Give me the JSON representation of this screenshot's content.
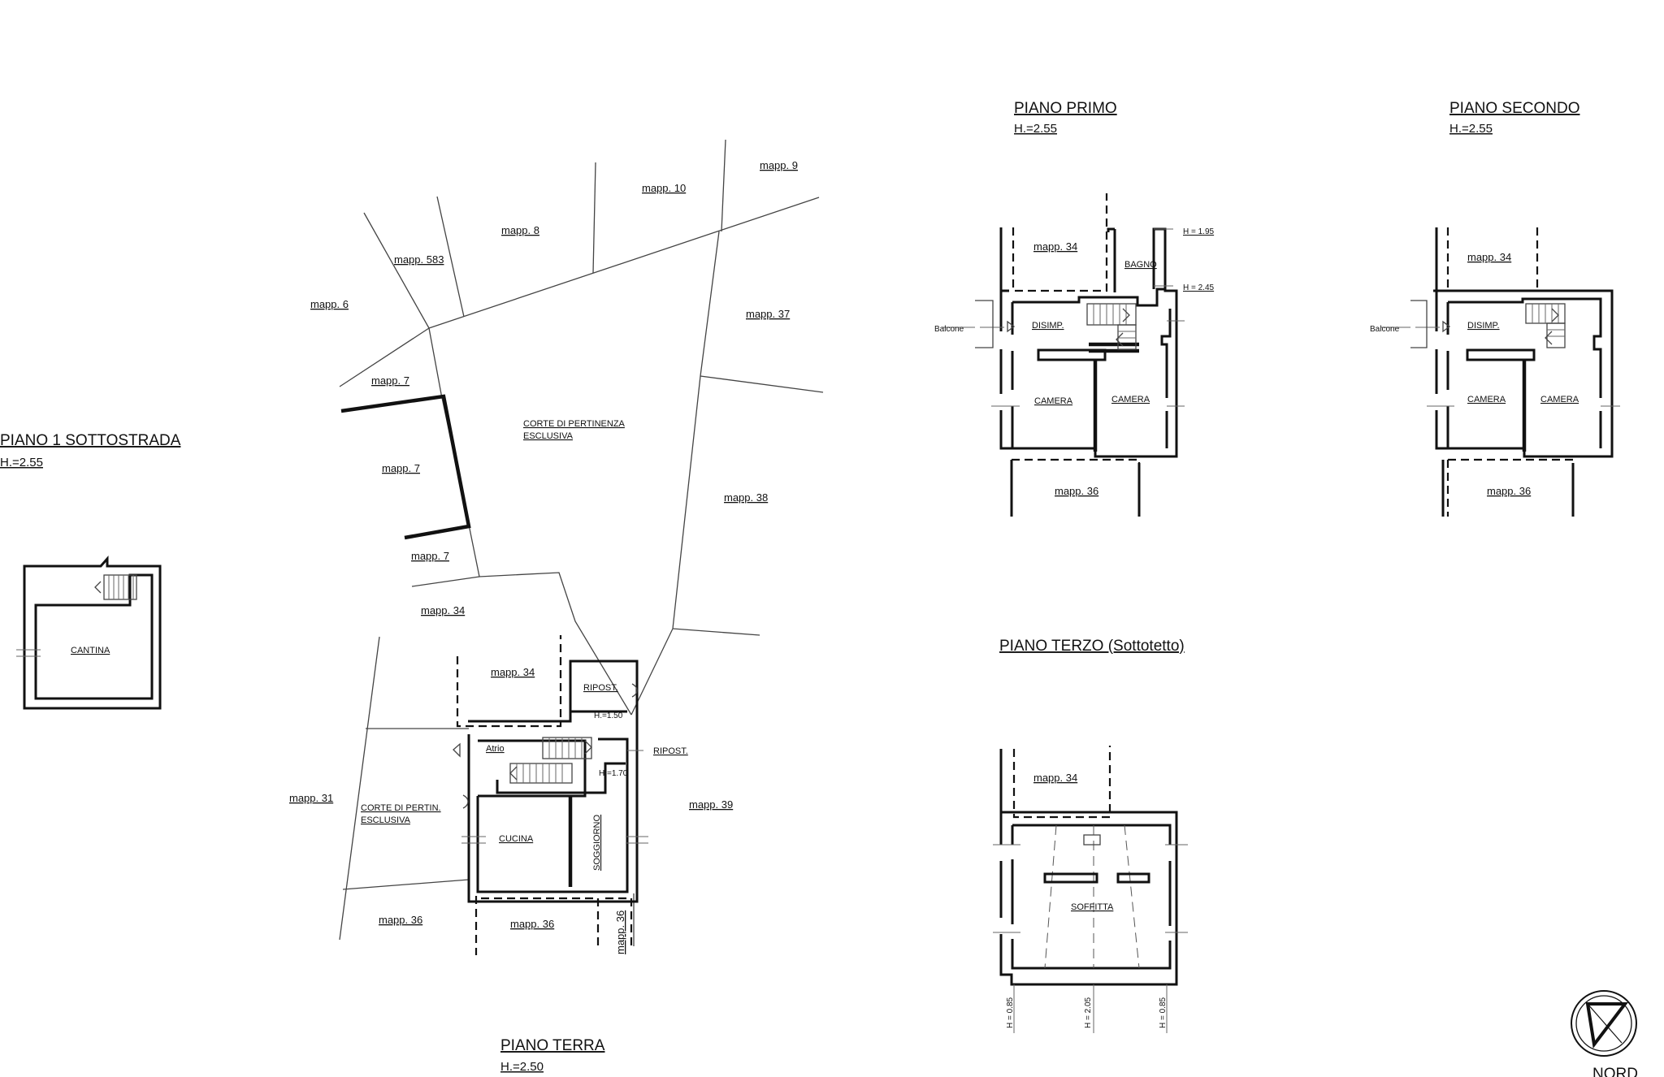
{
  "floors": {
    "sottostrada": {
      "title": "PIANO  1 SOTTOSTRADA",
      "height": "H.=2.55",
      "rooms": {
        "cantina": "CANTINA"
      }
    },
    "terra": {
      "title": "PIANO  TERRA",
      "height": "H.=2.50",
      "rooms": {
        "atrio": "Atrio",
        "ripost_inner": "RIPOST.",
        "ripost_outer": "RIPOST.",
        "cucina": "CUCINA",
        "soggiorno": "SOGGIORNO"
      },
      "heights": {
        "ripost": "H.=1.50",
        "stairs": "H.=1.70"
      }
    },
    "primo": {
      "title": "PIANO  PRIMO",
      "height": "H.=2.55",
      "rooms": {
        "disimp": "DISIMP.",
        "bagno": "BAGNO",
        "camera_left": "CAMERA",
        "camera_right": "CAMERA",
        "balcone": "Balcone"
      },
      "heights": {
        "bagno_top": "H = 1.95",
        "bagno_bottom": "H = 2.45"
      }
    },
    "secondo": {
      "title": "PIANO  SECONDO",
      "height": "H.=2.55",
      "rooms": {
        "disimp": "DISIMP.",
        "camera_left": "CAMERA",
        "camera_right": "CAMERA",
        "balcone": "Balcone"
      }
    },
    "terzo": {
      "title": "PIANO  TERZO (Sottotetto)",
      "rooms": {
        "soffitta": "SOFFITTA"
      },
      "heights": {
        "left": "H = 0.85",
        "middle": "H = 2.05",
        "right": "H = 0.85"
      }
    }
  },
  "site": {
    "corte_main": [
      "CORTE DI PERTINENZA",
      "ESCLUSIVA"
    ],
    "corte_small": [
      "CORTE DI PERTIN.",
      "ESCLUSIVA"
    ],
    "parcels": {
      "m9": "mapp. 9",
      "m10": "mapp. 10",
      "m8": "mapp. 8",
      "m583": "mapp. 583",
      "m6": "mapp. 6",
      "m37": "mapp. 37",
      "m7a": "mapp. 7",
      "m7b": "mapp. 7",
      "m7c": "mapp. 7",
      "m38": "mapp. 38",
      "m34site": "mapp. 34",
      "m34terra": "mapp. 34",
      "m31": "mapp. 31",
      "m39": "mapp. 39",
      "m36a": "mapp. 36",
      "m36b": "mapp. 36",
      "m36c": "mapp. 36",
      "m34primo": "mapp. 34",
      "m36primo": "mapp. 36",
      "m34secondo": "mapp. 34",
      "m36secondo": "mapp. 36",
      "m34terzo": "mapp. 34"
    }
  },
  "compass": {
    "label": "NORD"
  }
}
